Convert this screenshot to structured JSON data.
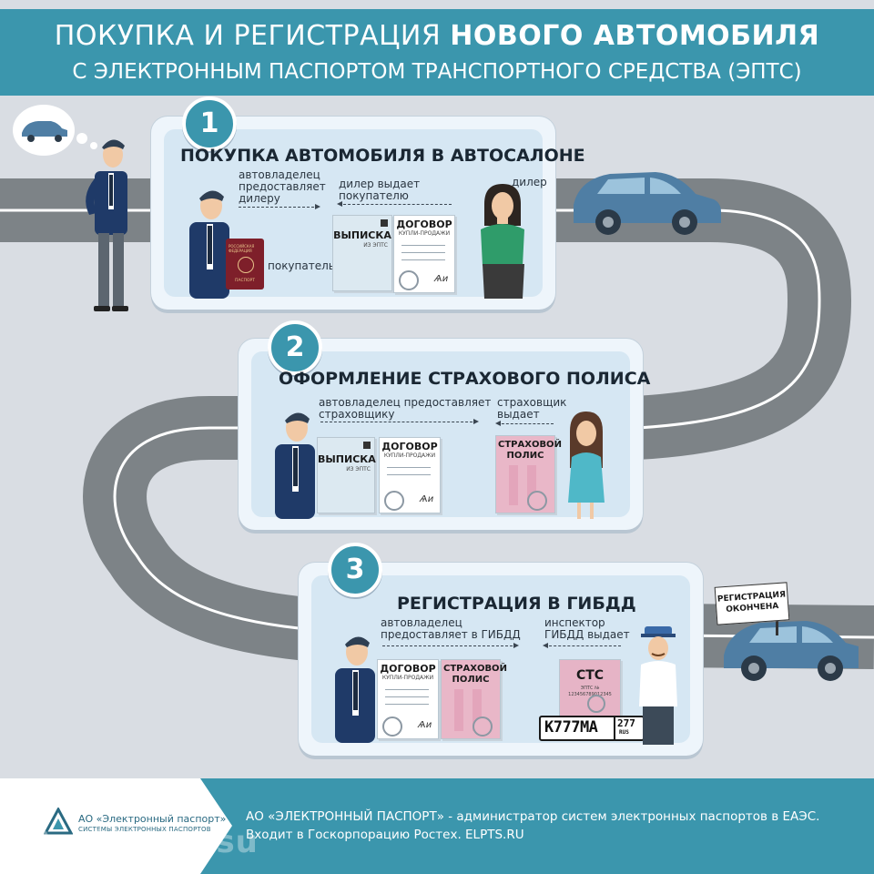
{
  "header": {
    "title_regular": "ПОКУПКА И РЕГИСТРАЦИЯ ",
    "title_bold": "НОВОГО АВТОМОБИЛЯ",
    "subtitle": "С ЭЛЕКТРОННЫМ ПАСПОРТОМ ТРАНСПОРТНОГО СРЕДСТВА (ЭПТС)"
  },
  "steps": [
    {
      "number": "1",
      "title": "ПОКУПКА АВТОМОБИЛЯ В АВТОСАЛОНЕ",
      "left_label": [
        "автовладелец",
        "предоставляет",
        "дилеру"
      ],
      "right_label": [
        "дилер выдает",
        "покупателю"
      ],
      "role_left": "покупатель",
      "role_right": "дилер",
      "passport": [
        "РОССИЙСКАЯ",
        "ФЕДЕРАЦИЯ",
        "ПАСПОРТ"
      ],
      "docs": [
        {
          "title": "ВЫПИСКА",
          "sub": "ИЗ ЭПТС"
        },
        {
          "title": "ДОГОВОР",
          "sub": "КУПЛИ-ПРОДАЖИ"
        }
      ]
    },
    {
      "number": "2",
      "title": "ОФОРМЛЕНИЕ СТРАХОВОГО ПОЛИСА",
      "left_label": [
        "автовладелец предоставляет",
        "страховщику"
      ],
      "right_label": [
        "страховщик",
        "выдает"
      ],
      "docs": [
        {
          "title": "ВЫПИСКА",
          "sub": "ИЗ ЭПТС"
        },
        {
          "title": "ДОГОВОР",
          "sub": "КУПЛИ-ПРОДАЖИ"
        },
        {
          "title": "СТРАХОВОЙ ПОЛИС",
          "sub": ""
        }
      ]
    },
    {
      "number": "3",
      "title": "РЕГИСТРАЦИЯ В ГИБДД",
      "left_label": [
        "автовладелец",
        "предоставляет в ГИБДД"
      ],
      "right_label": [
        "инспектор",
        "ГИБДД выдает"
      ],
      "docs": [
        {
          "title": "ДОГОВОР",
          "sub": "КУПЛИ-ПРОДАЖИ"
        },
        {
          "title": "СТРАХОВОЙ ПОЛИС",
          "sub": ""
        },
        {
          "title": "СТС",
          "sub": "ЭПТС № 123456789012345"
        }
      ],
      "plate": {
        "number": "К777МА",
        "region": "277",
        "country": "RUS"
      }
    }
  ],
  "sign": [
    "РЕГИСТРАЦИЯ",
    "ОКОНЧЕНА"
  ],
  "footer": {
    "logo_name": "АО «Электронный паспорт»",
    "logo_sub": "СИСТЕМЫ ЭЛЕКТРОННЫХ ПАСПОРТОВ",
    "line1": "АО «ЭЛЕКТРОННЫЙ ПАСПОРТ» - администратор систем электронных паспортов в ЕАЭС.",
    "line2": "Входит в Госкорпорацию Ростех. ELPTS.RU"
  },
  "watermark": "RusVesna.su",
  "colors": {
    "brand": "#3b96ad",
    "road": "#7d8387",
    "car": "#4f7ea4",
    "card_bg": "#eef5fb",
    "card_inner": "#d6e7f3",
    "policy_pink": "#e9b7c8"
  }
}
